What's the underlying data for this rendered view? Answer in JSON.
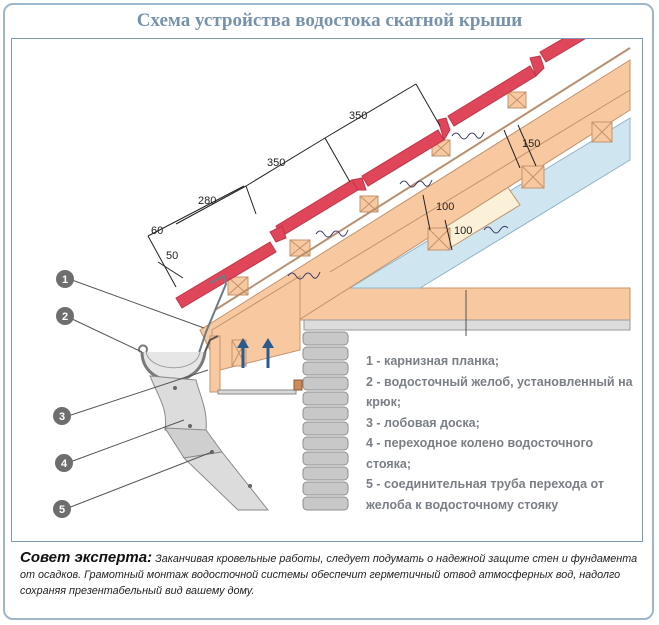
{
  "title": "Схема устройства водостока скатной крыши",
  "dimensions": {
    "d60": "60",
    "d50": "50",
    "d280": "280",
    "d350a": "350",
    "d350b": "350",
    "d150": "150",
    "d100a": "100",
    "d100b": "100"
  },
  "callouts": [
    "1",
    "2",
    "3",
    "4",
    "5"
  ],
  "legend": [
    "1 - карнизная планка;",
    "2 - водосточный желоб, установленный на крюк;",
    "3 - лобовая доска;",
    "4 - переходное колено водосточного стояка;",
    "5 - соединительная труба перехода от желоба к водосточному стояку"
  ],
  "advice": {
    "heading": "Совет эксперта:",
    "text": "Заканчивая кровельные работы, следует подумать о надежной защите стен и фундамента от осадков. Грамотный монтаж водосточной системы обеспечит герметичный отвод атмосферных вод, надолго сохраняя презентабельный вид вашему дому."
  },
  "colors": {
    "tile": "#e0465a",
    "wood": "#f8c8a0",
    "insulation": "#cfe5f0",
    "callout": "#6e6e6e",
    "arrow": "#2b5a8c",
    "wall": "#c8c8c8"
  }
}
